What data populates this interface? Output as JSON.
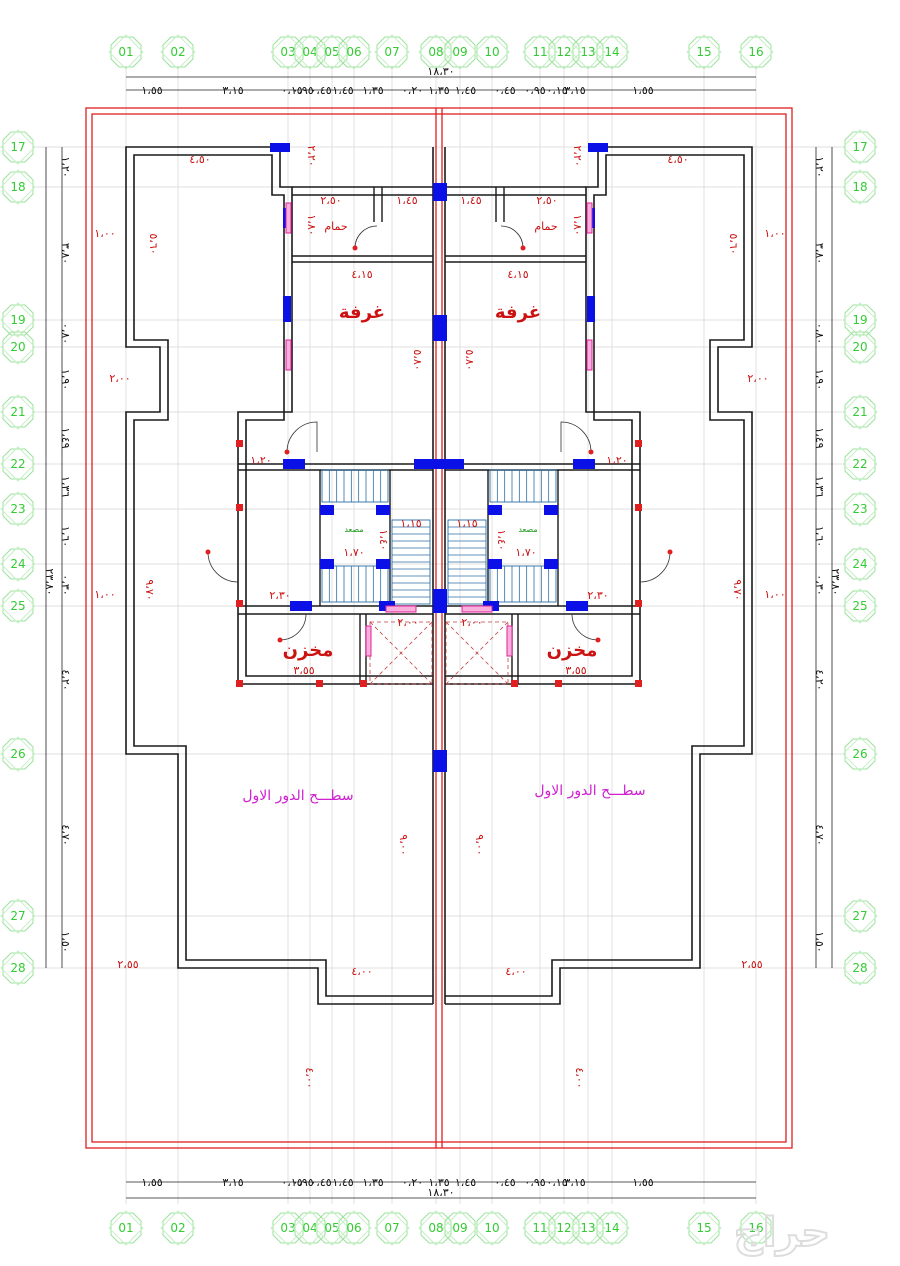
{
  "colors": {
    "grid_label": "#33cc33",
    "grid_line": "#cfcfcf",
    "wall": "#1a1a1a",
    "column": "#0a10e6",
    "window": "#e0209a",
    "boundary": "#e02020",
    "dimension_red": "#cc1111",
    "roof_label": "#d020d0"
  },
  "grid_columns": [
    "01",
    "02",
    "03",
    "04",
    "05",
    "06",
    "07",
    "08",
    "09",
    "10",
    "11",
    "12",
    "13",
    "14",
    "15",
    "16"
  ],
  "grid_rows": [
    "17",
    "18",
    "19",
    "20",
    "21",
    "22",
    "23",
    "24",
    "25",
    "26",
    "27",
    "28"
  ],
  "top_dims": {
    "total": "١٨،٣٠",
    "segments": [
      "١،٥٥",
      "٣،١٥",
      "٠،١٥",
      "٠،٩٥",
      "٠،٤٥",
      "١،٤٥",
      "١،٣٥",
      "٠،٢٠",
      "١،٣٥",
      "١،٤٥",
      "٠،٤٥",
      "٠،٩٥",
      "٠،١٥",
      "٣،١٥",
      "١،٥٥"
    ]
  },
  "side_dims": {
    "total": "٢٣،٨٠",
    "segments": [
      "١،٢٠",
      "٣،٨٠",
      "٠،٨٠",
      "١،٩٠",
      "١،٤٩",
      "١،٣٦",
      "١،٦٠",
      "٠،٣٠",
      "٤،٢٠",
      "٤،٧٠",
      "١،٥٠"
    ]
  },
  "rooms": {
    "room": "غرفة",
    "bath": "حمام",
    "storage": "مخزن",
    "elevator": "مصعد",
    "roof": "سطـــح الدور الاول"
  },
  "inner_dims": {
    "w450": "٤،٥٠",
    "w250": "٢،٥٠",
    "w145": "١،٤٥",
    "w415": "٤،١٥",
    "h580": "٥،٨٠",
    "h560": "٥،٦٠",
    "h100": "١،٠٠",
    "h220": "٢،٢٠",
    "w200": "٢،٠٠",
    "w120": "١،٢٠",
    "w115": "١،١٥",
    "w170": "١،٧٠",
    "w140": "١،٤٠",
    "w230": "٢،٣٠",
    "w355": "٣،٥٥",
    "h970": "٩،٧٠",
    "h900": "٩،٠٠",
    "w400": "٤،٠٠",
    "h400": "٤،٠٠",
    "w255": "٢،٥٥",
    "d200": "٢،٠٠",
    "h180": "١،٨٠",
    "h100b": "١،٠٠"
  },
  "watermark": "حراج"
}
